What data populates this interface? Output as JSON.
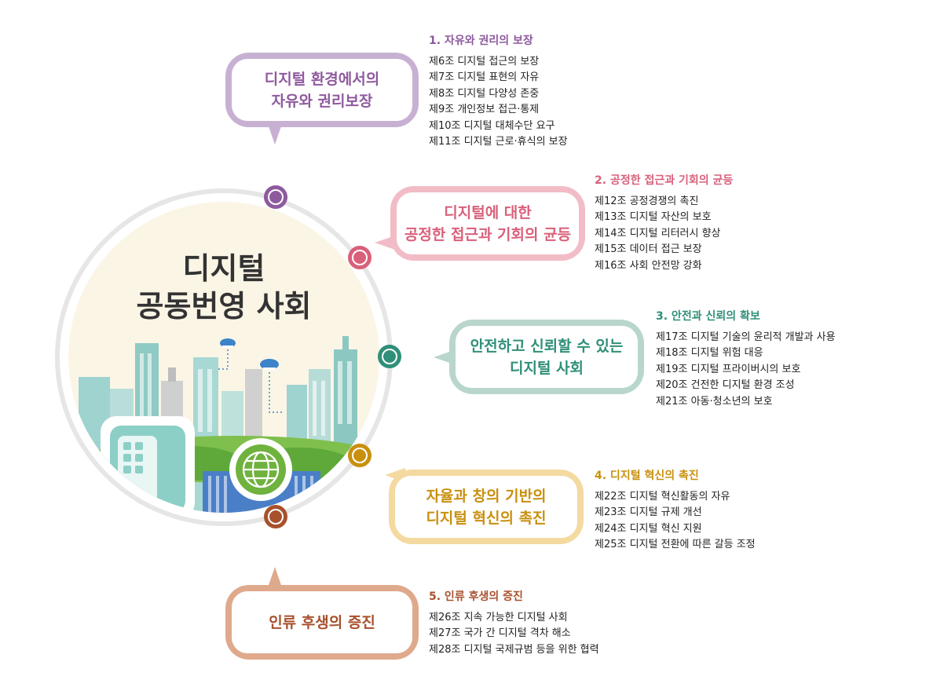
{
  "center": {
    "title_line1": "디지털",
    "title_line2": "공동번영 사회"
  },
  "colors": {
    "purple": "#8e5a9e",
    "purple_light": "#c8b0d3",
    "pink": "#d9607a",
    "pink_light": "#f2bcc6",
    "teal": "#2f8f78",
    "teal_light": "#b9d6cc",
    "gold": "#c9900e",
    "gold_light": "#f4d9a0",
    "brown": "#a8512c",
    "brown_light": "#dfa98c"
  },
  "bubbles": [
    {
      "line1": "디지털 환경에서의",
      "line2": "자유와 권리보장"
    },
    {
      "line1": "디지털에 대한",
      "line2": "공정한 접근과 기회의 균등"
    },
    {
      "line1": "안전하고 신뢰할 수 있는",
      "line2": "디지털 사회"
    },
    {
      "line1": "자율과 창의 기반의",
      "line2": "디지털 혁신의 촉진"
    },
    {
      "line1": "인류 후생의 증진",
      "line2": ""
    }
  ],
  "sections": [
    {
      "title": "1. 자유와 권리의 보장",
      "items": [
        "제6조 디지털 접근의 보장",
        "제7조 디지털 표현의 자유",
        "제8조 디지털 다양성 존중",
        "제9조 개인정보 접근·통제",
        "제10조 디지털 대체수단 요구",
        "제11조 디지털 근로·휴식의 보장"
      ]
    },
    {
      "title": "2. 공정한 접근과 기회의 균등",
      "items": [
        "제12조 공정경쟁의 촉진",
        "제13조 디지털 자산의 보호",
        "제14조 디지털 리터러시 향상",
        "제15조 데이터 접근 보장",
        "제16조 사회 안전망 강화"
      ]
    },
    {
      "title": "3. 안전과 신뢰의 확보",
      "items": [
        "제17조 디지털 기술의 윤리적 개발과 사용",
        "제18조 디지털 위험 대응",
        "제19조 디지털 프라이버시의 보호",
        "제20조 건전한 디지털 환경 조성",
        "제21조 아동·청소년의 보호"
      ]
    },
    {
      "title": "4. 디지털 혁신의 촉진",
      "items": [
        "제22조 디지털 혁신활동의 자유",
        "제23조 디지털 규제 개선",
        "제24조 디지털 혁신 지원",
        "제25조 디지털 전환에 따른 갈등 조정"
      ]
    },
    {
      "title": "5. 인류 후생의 증진",
      "items": [
        "제26조 지속 가능한 디지털 사회",
        "제27조 국가 간 디지털 격차 해소",
        "제28조 디지털 국제규범 등을 위한 협력"
      ]
    }
  ]
}
